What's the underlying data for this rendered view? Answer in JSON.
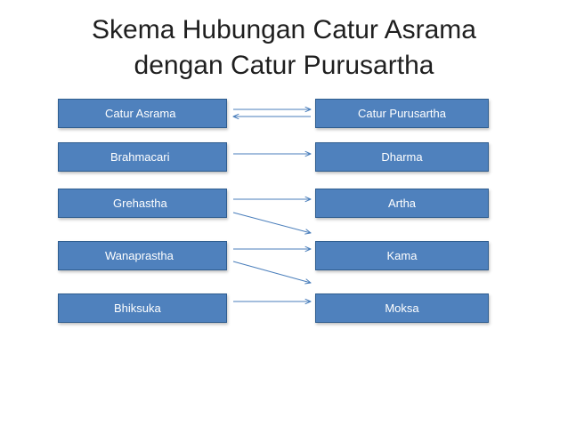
{
  "title": {
    "line1": "Skema Hubungan Catur Asrama",
    "line2": "dengan Catur Purusartha"
  },
  "left": [
    "Catur Asrama",
    "Brahmacari",
    "Grehastha",
    "Wanaprastha",
    "Bhiksuka"
  ],
  "right": [
    "Catur Purusartha",
    "Dharma",
    "Artha",
    "Kama",
    "Moksa"
  ],
  "links": [
    {
      "from": "Catur Asrama",
      "to": "Catur Purusartha"
    },
    {
      "from": "Catur Purusartha",
      "to": "Catur Asrama"
    },
    {
      "from": "Brahmacari",
      "to": "Dharma"
    },
    {
      "from": "Grehastha",
      "to": "Artha"
    },
    {
      "from": "Grehastha",
      "to": "Kama"
    },
    {
      "from": "Wanaprastha",
      "to": "Kama"
    },
    {
      "from": "Wanaprastha",
      "to": "Moksa"
    },
    {
      "from": "Bhiksuka",
      "to": "Moksa"
    }
  ],
  "colors": {
    "box_fill": "#4f81bd",
    "box_border": "#2f5d8f",
    "arrow": "#4a7ebb",
    "text": "#ffffff"
  }
}
